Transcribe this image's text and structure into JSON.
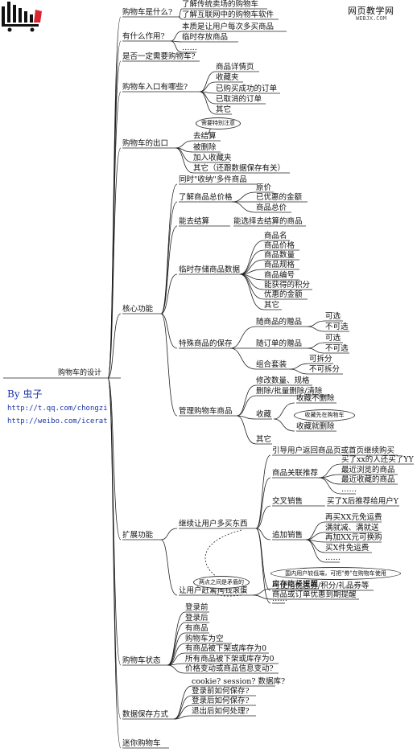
{
  "watermark": {
    "cn": "网页教学网",
    "en": "WEBJX.COM"
  },
  "center": {
    "title": "购物车的设计",
    "by_prefix": "By",
    "author": "虫子",
    "links": [
      "http://t.qq.com/chongzi",
      "http://weibo.com/icerat"
    ]
  },
  "branches": {
    "what_is": {
      "label": "购物车是什么?",
      "items": [
        "了解传统卖场的购物车",
        "了解互联网中的购物车软件"
      ]
    },
    "purpose": {
      "label": "有什么作用?",
      "items": [
        "本质是让用户每次多买商品",
        "临时存放商品",
        "……"
      ]
    },
    "needed": {
      "label": "是否一定需要购物车?"
    },
    "entrances": {
      "label": "购物车入口有哪些?",
      "items": [
        "商品详情页",
        "收藏夹",
        "已购买成功的订单",
        "已取消的订单",
        "其它"
      ]
    },
    "exits": {
      "label": "购物车的出口",
      "note": "需要特别注意",
      "items": [
        "去结算",
        "被删除",
        "加入收藏夹",
        "其它（还跟数据保存有关）"
      ]
    },
    "core": {
      "label": "核心功能",
      "collect": "同时\"收纳\"多件商品",
      "price": {
        "label": "了解商品总价格",
        "items": [
          "原价",
          "已优惠的金额",
          "商品总价"
        ]
      },
      "checkout": {
        "label": "能去结算",
        "item": "能选择去结算的商品"
      },
      "storage": {
        "label": "临时存储商品数据",
        "items": [
          "商品名",
          "商品价格",
          "商品数量",
          "商品规格",
          "商品编号",
          "能获得的积分",
          "优惠的金额",
          "其它"
        ]
      },
      "special": {
        "label": "特殊商品的保存",
        "gift_product": {
          "label": "随商品的赠品",
          "items": [
            "可选",
            "不可选"
          ]
        },
        "gift_order": {
          "label": "随订单的赠品",
          "items": [
            "可选",
            "不可选"
          ]
        },
        "bundle": {
          "label": "组合套装",
          "items": [
            "可拆分",
            "不可拆分"
          ]
        }
      },
      "manage": {
        "label": "管理购物车商品",
        "items": [
          "修改数量、规格",
          "删除/批量删除/清除"
        ],
        "favorite": {
          "label": "收藏",
          "items": [
            "收藏不删除",
            "收藏先在购物车",
            "收藏就删除"
          ]
        },
        "other": "其它"
      }
    },
    "extend": {
      "label": "扩展功能",
      "buy_more": {
        "label": "继续让用户多买东西",
        "guide": "引导用户返回商品页或首页继续购买",
        "recommend": {
          "label": "商品关联推荐",
          "items": [
            "买了xx的人还买了YY",
            "最近浏览的商品",
            "最近收藏的商品",
            "……"
          ]
        },
        "cross": {
          "label": "交叉销售",
          "item": "买了X后推荐给用户Y"
        },
        "upsell": {
          "label": "追加销售",
          "items": [
            "再买XX元免运费",
            "满就减、满就送",
            "再加XX元可换购",
            "买X件免运费",
            "……"
          ]
        },
        "coupon_note": "国内用户较低端，可把\"券\"在购物车使用",
        "coupon": "可使用优惠券/积分/礼品券等",
        "etc": "……"
      },
      "contradiction": "两点之间是矛盾的",
      "pay_fast": {
        "label": "让用户赶紧掏钱滚蛋",
        "items": [
          "库存吃紧提醒",
          "商品或订单优惠到期提醒"
        ]
      }
    },
    "state": {
      "label": "购物车状态",
      "items": [
        "登录前",
        "登录后",
        "有商品",
        "购物车为空",
        "有商品被下架或库存为0",
        "所有商品被下架或库存为0",
        "价格变动或商品信息变动?"
      ]
    },
    "save": {
      "label": "数据保存方式",
      "items": [
        "cookie? session? 数据库?",
        "登录前如何保存?",
        "登录后如何保存?",
        "退出后如何处理?"
      ]
    },
    "mini": {
      "label": "迷你购物车"
    }
  }
}
